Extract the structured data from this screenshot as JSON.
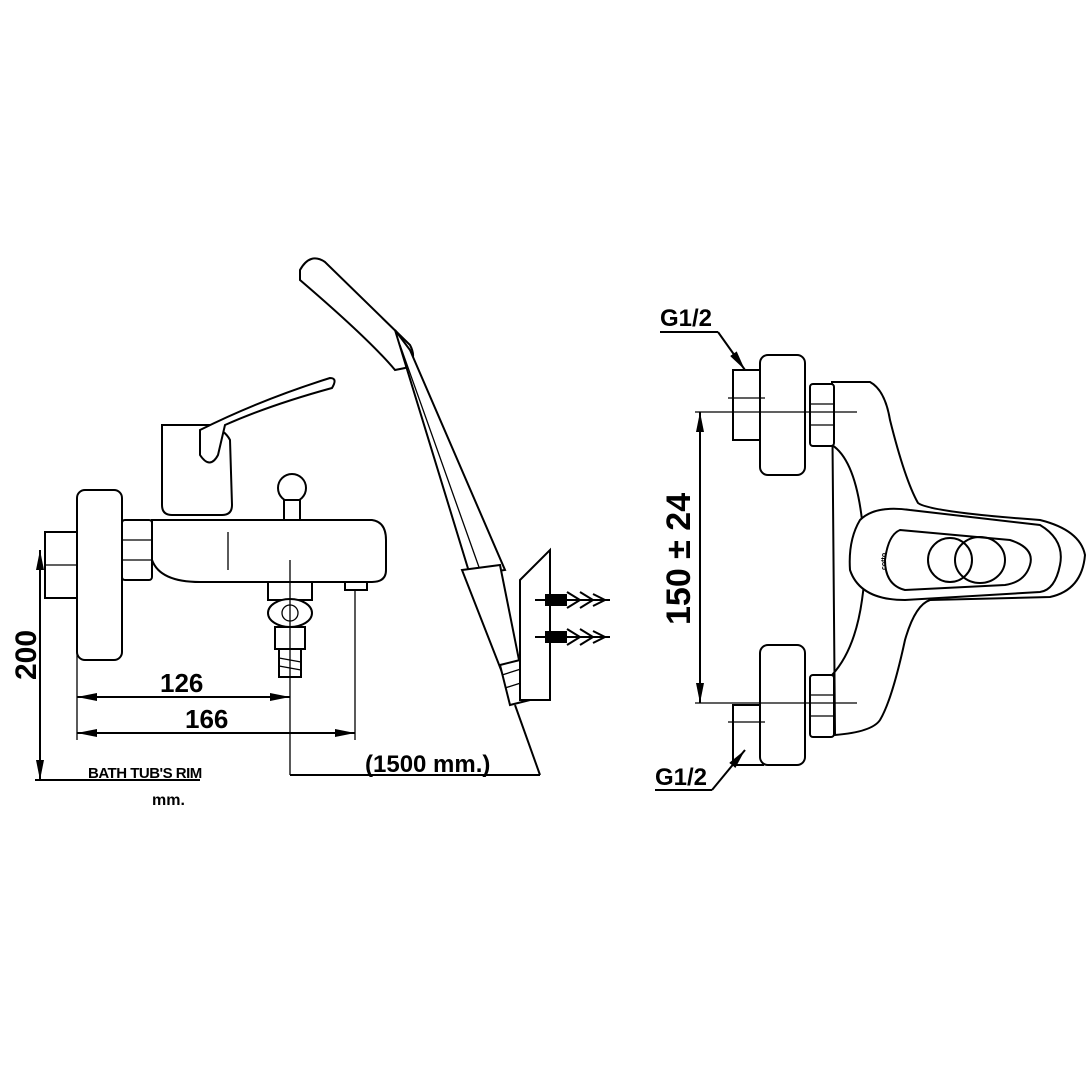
{
  "left_view": {
    "height_dim": "200",
    "dim_a": "126",
    "dim_b": "166",
    "hose_length": "(1500 mm.)",
    "rim_label": "BATH TUB'S RIM",
    "units": "mm."
  },
  "right_view": {
    "inlet_top": "G1/2",
    "inlet_bottom": "G1/2",
    "spacing_dim": "150 ± 24",
    "logo": "cotto"
  },
  "colors": {
    "line": "#000000",
    "background": "#ffffff"
  }
}
